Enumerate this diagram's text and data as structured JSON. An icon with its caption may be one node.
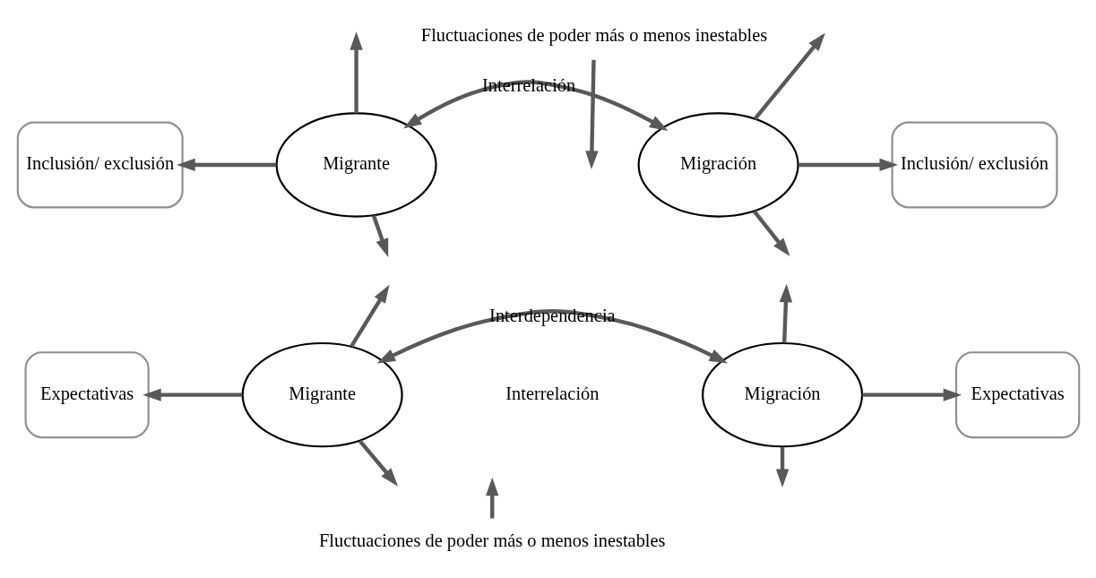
{
  "diagram": {
    "nodes": [
      {
        "text": [
          "Migrante"
        ]
      },
      {
        "text": [
          "Migración"
        ]
      },
      {
        "text": [
          "Inclusión/ exclusión"
        ]
      },
      {
        "text": [
          "Inclusión/ exclusión"
        ]
      },
      {
        "text": [
          "Migrante"
        ]
      },
      {
        "text": [
          "Migración"
        ]
      },
      {
        "text": [
          "Expectativas"
        ]
      },
      {
        "text": [
          "Expectativas"
        ]
      },
      {
        "text": [
          "Fluctuaciones de poder más o menos inestables"
        ]
      },
      {
        "text": [
          "Fluctuaciones de poder más o menos inestables"
        ]
      }
    ],
    "edges": [
      {
        "from": 0,
        "to": null,
        "arrow": "to"
      },
      {
        "from": 0,
        "to": 2,
        "arrow": "to"
      },
      {
        "from": 0,
        "to": null,
        "arrow": "to"
      },
      {
        "from": 0,
        "to": 1,
        "arrow": "both",
        "label": "Interrelación"
      },
      {
        "from": 8,
        "to": null,
        "arrow": "to"
      },
      {
        "from": 1,
        "to": null,
        "arrow": "to"
      },
      {
        "from": 1,
        "to": 3,
        "arrow": "to"
      },
      {
        "from": 1,
        "to": null,
        "arrow": "to"
      },
      {
        "from": 4,
        "to": null,
        "arrow": "to"
      },
      {
        "from": 4,
        "to": 6,
        "arrow": "to"
      },
      {
        "from": 4,
        "to": null,
        "arrow": "to"
      },
      {
        "from": 4,
        "to": 5,
        "arrow": "both",
        "label": "Interdependencia"
      },
      {
        "from": 9,
        "to": null,
        "arrow": "to"
      },
      {
        "from": 5,
        "to": null,
        "arrow": "to"
      },
      {
        "from": 5,
        "to": 7,
        "arrow": "to"
      },
      {
        "from": 5,
        "to": null,
        "arrow": "to"
      }
    ],
    "labels": [
      "Interrelación"
    ]
  }
}
